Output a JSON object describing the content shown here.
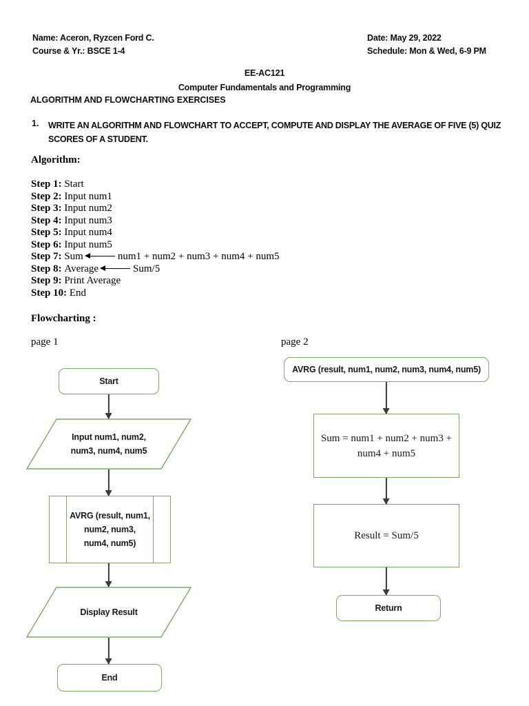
{
  "header": {
    "name_line": "Name: Aceron, Ryzcen Ford C.",
    "course_line": "Course & Yr.: BSCE 1-4",
    "date_line": "Date: May 29, 2022",
    "schedule_line": "Schedule: Mon & Wed, 6-9 PM",
    "course_code": "EE-AC121",
    "course_title": "Computer Fundamentals and Programming",
    "exercise_title": "ALGORITHM AND FLOWCHARTING EXERCISES"
  },
  "problem": {
    "number": "1.",
    "text": "WRITE AN ALGORITHM AND FLOWCHART TO ACCEPT, COMPUTE AND DISPLAY THE AVERAGE OF FIVE (5) QUIZ SCORES OF A STUDENT."
  },
  "algorithm": {
    "heading": "Algorithm:",
    "steps": [
      {
        "label": "Step 1:",
        "text": "Start",
        "arrow": false
      },
      {
        "label": "Step 2:",
        "text": "Input num1",
        "arrow": false
      },
      {
        "label": "Step 3:",
        "text": "Input num2",
        "arrow": false
      },
      {
        "label": "Step 4:",
        "text": "Input num3",
        "arrow": false
      },
      {
        "label": "Step 5:",
        "text": "Input num4",
        "arrow": false
      },
      {
        "label": "Step 6:",
        "text": "Input num5",
        "arrow": false
      },
      {
        "label": "Step 7:",
        "text": "Sum",
        "arrow": true,
        "after_arrow": "num1 + num2 + num3 + num4 + num5"
      },
      {
        "label": "Step 8:",
        "text": "Average",
        "arrow": true,
        "after_arrow": "Sum/5"
      },
      {
        "label": "Step 9:",
        "text": "Print Average",
        "arrow": false
      },
      {
        "label": "Step 10:",
        "text": "End",
        "arrow": false
      }
    ]
  },
  "flowcharting": {
    "heading": "Flowcharting :",
    "page1_label": "page 1",
    "page2_label": "page 2",
    "shape_border_color": "#7CA968",
    "connector_color": "#3A3A3A",
    "page1_nodes": [
      {
        "id": "start",
        "type": "terminator",
        "label": "Start"
      },
      {
        "id": "input",
        "type": "io",
        "label": "Input num1, num2,\nnum3, num4, num5"
      },
      {
        "id": "avrg-call",
        "type": "subroutine",
        "label": "AVRG (result, num1,\nnum2, num3,\nnum4, num5)"
      },
      {
        "id": "display",
        "type": "io",
        "label": "Display Result"
      },
      {
        "id": "end",
        "type": "terminator",
        "label": "End"
      }
    ],
    "page2_nodes": [
      {
        "id": "avrg-header",
        "type": "terminator",
        "label": "AVRG (result, num1, num2, num3, num4, num5)"
      },
      {
        "id": "sum",
        "type": "rect",
        "label": "Sum = num1 + num2 + num3 +\nnum4 + num5"
      },
      {
        "id": "result",
        "type": "rect",
        "label": "Result = Sum/5"
      },
      {
        "id": "return",
        "type": "terminator",
        "label": "Return"
      }
    ]
  }
}
